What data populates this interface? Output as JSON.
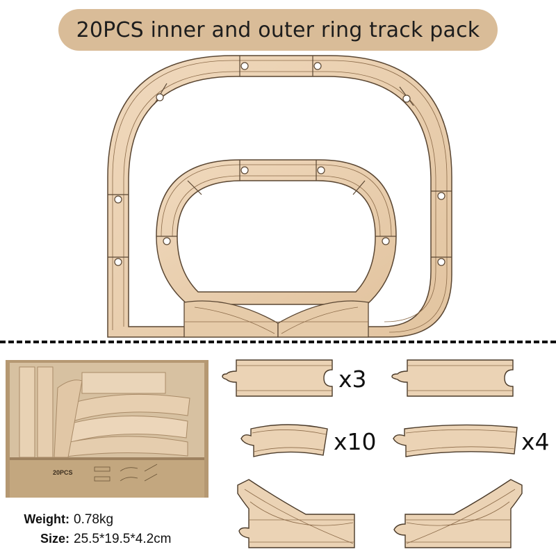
{
  "title": "20PCS inner and outer ring track pack",
  "box_print": "20PCS",
  "pieces": [
    {
      "name": "straight-track",
      "quantity": "x3"
    },
    {
      "name": "straight-track",
      "quantity": ""
    },
    {
      "name": "curved-track-small",
      "quantity": "x10"
    },
    {
      "name": "curved-track-large",
      "quantity": "x4"
    },
    {
      "name": "switch-track-left",
      "quantity": ""
    },
    {
      "name": "switch-track-right",
      "quantity": ""
    }
  ],
  "specs": {
    "weight_label": "Weight:",
    "weight_value": "0.78kg",
    "size_label": "Size:",
    "size_value": "25.5*19.5*4.2cm"
  },
  "colors": {
    "wood_light": "#ecd3b5",
    "wood_mid": "#dfc09c",
    "wood_dark": "#8b6a48",
    "title_bg": "#d9bc98"
  }
}
